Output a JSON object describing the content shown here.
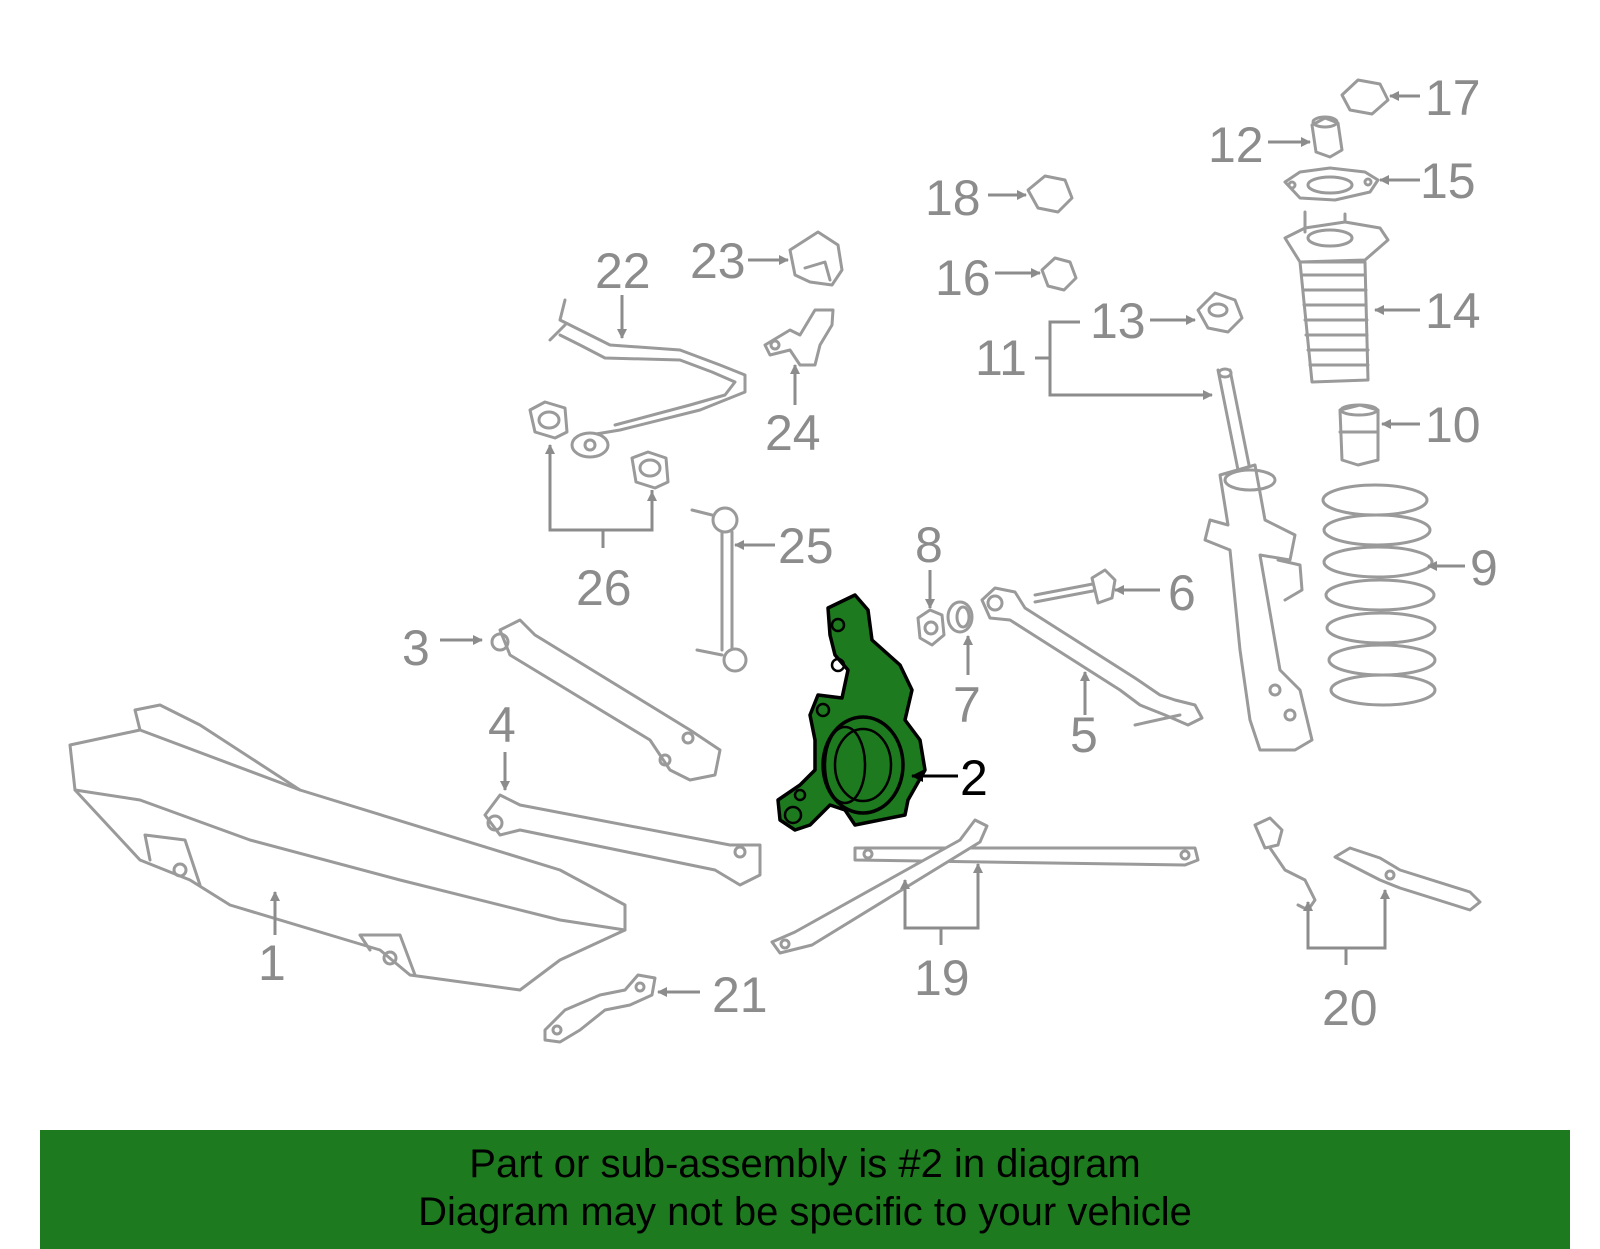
{
  "labels": {
    "l1": "1",
    "l2": "2",
    "l3": "3",
    "l4": "4",
    "l5": "5",
    "l6": "6",
    "l7": "7",
    "l8": "8",
    "l9": "9",
    "l10": "10",
    "l11": "11",
    "l12": "12",
    "l13": "13",
    "l14": "14",
    "l15": "15",
    "l16": "16",
    "l17": "17",
    "l18": "18",
    "l19": "19",
    "l20": "20",
    "l21": "21",
    "l22": "22",
    "l23": "23",
    "l24": "24",
    "l25": "25",
    "l26": "26"
  },
  "highlight_color": "#1e7a1e",
  "banner": {
    "line1": "Part or sub-assembly is #2 in diagram",
    "line2": "Diagram may not be specific to your vehicle"
  }
}
